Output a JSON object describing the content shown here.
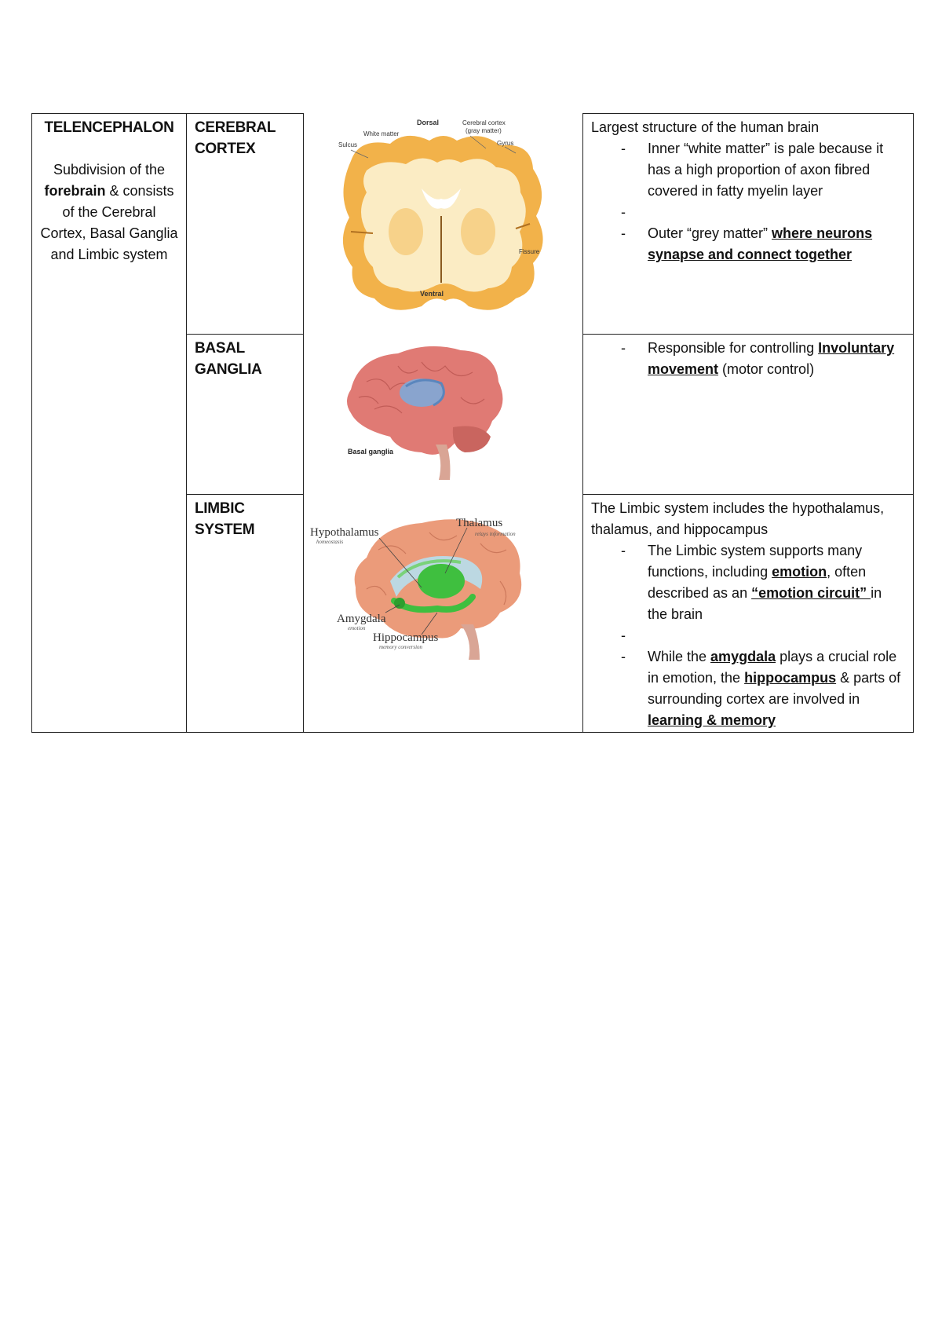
{
  "col1": {
    "title": "TELENCEPHALON",
    "desc_pre": "Subdivision of the ",
    "desc_bold": "forebrain",
    "desc_post": " & consists of the Cerebral Cortex, Basal Ganglia and Limbic system"
  },
  "rows": [
    {
      "heading": "CEREBRAL CORTEX",
      "figure_labels": {
        "dorsal": "Dorsal",
        "white_matter": "White matter",
        "cerebral_cortex": "Cerebral cortex",
        "gray_matter": "(gray matter)",
        "sulcus": "Sulcus",
        "gyrus": "Gyrus",
        "fissure": "Fissure",
        "ventral": "Ventral"
      },
      "intro": "Largest structure of the human brain",
      "b1": "Inner “white matter” is pale because it has a high proportion of axon fibred covered in fatty myelin layer",
      "b2_pre": "Outer “grey matter” ",
      "b2_bu": "where neurons synapse and connect together"
    },
    {
      "heading": "BASAL GANGLIA",
      "figure_labels": {
        "basal_ganglia": "Basal ganglia"
      },
      "b1_pre": "Responsible for controlling ",
      "b1_bu": "Involuntary movement",
      "b1_post": " (motor control)"
    },
    {
      "heading": "LIMBIC SYSTEM",
      "figure_labels": {
        "hypothalamus": "Hypothalamus",
        "hypothalamus_sub": "homeostasis",
        "thalamus": "Thalamus",
        "thalamus_sub": "relays information",
        "amygdala": "Amygdala",
        "amygdala_sub": "emotion",
        "hippocampus": "Hippocampus",
        "hippocampus_sub": "memory conversion"
      },
      "intro": "The Limbic system includes the hypothalamus, thalamus, and hippocampus",
      "b1_pre": "The Limbic system supports many functions, including ",
      "b1_bu1": "emotion",
      "b1_mid": ", often described as an ",
      "b1_bu2": "“emotion circuit” ",
      "b1_post": "in the brain",
      "b2_pre": "While the ",
      "b2_bu1": "amygdala",
      "b2_mid": " plays a crucial role in emotion, the ",
      "b2_bu2": "hippocampus",
      "b2_mid2": " & parts of surrounding cortex are involved in ",
      "b2_bu3": "learning & memory"
    }
  ],
  "colors": {
    "cortex_gray": "#f2b24a",
    "white_matter": "#fbecc4",
    "brain_pink": "#e07a74",
    "basal_blue": "#7fa9d8",
    "limbic_green": "#3fbf3f"
  }
}
